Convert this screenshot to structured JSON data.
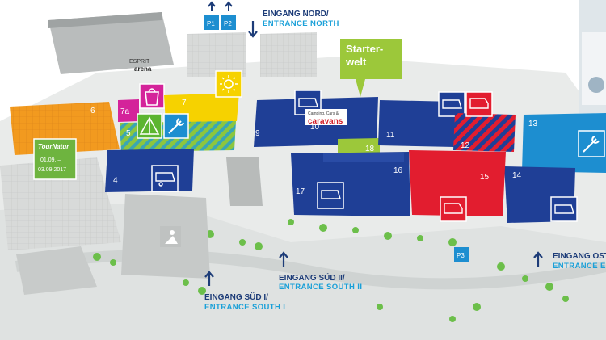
{
  "arena": {
    "line1": "ESPRIT",
    "line2": "arena"
  },
  "halls": {
    "h4": "4",
    "h5": "5",
    "h6": "6",
    "h7": "7",
    "h7a": "7a",
    "h9": "9",
    "h10": "10",
    "h11": "11",
    "h12": "12",
    "h13": "13",
    "h14": "14",
    "h15": "15",
    "h16": "16",
    "h17": "17",
    "h18": "18"
  },
  "starterwelt": {
    "line1": "Starter-",
    "line2": "welt"
  },
  "hall10_sign": {
    "line1": "Camping, Cars &",
    "line2": "caravans"
  },
  "tournatur": {
    "logo": "TourNatur",
    "date1": "01.09. –",
    "date2": "03.09.2017"
  },
  "parking": {
    "p1": "P1",
    "p2": "P2",
    "p3": "P3"
  },
  "entrances": {
    "north": {
      "title": "EINGANG NORD/",
      "subtitle": "ENTRANCE NORTH"
    },
    "south1": {
      "title": "EINGANG SÜD I/",
      "subtitle": "ENTRANCE SOUTH I"
    },
    "south2": {
      "title": "EINGANG SÜD II/",
      "subtitle": "ENTRANCE SOUTH II"
    },
    "east": {
      "title": "EINGANG OST/",
      "subtitle": "ENTRANCE EAS"
    }
  },
  "icons": [
    "shopping-bag-icon",
    "sun-icon",
    "tent-icon",
    "wrench-icon",
    "caravan-icon",
    "camper-van-icon",
    "construction-worker-icon"
  ],
  "colors": {
    "navy": "#1f3f96",
    "light_blue": "#1d8ed0",
    "red": "#e21d2f",
    "orange": "#f29a1f",
    "magenta": "#d4239a",
    "yellow": "#f6d200",
    "green": "#7dc242",
    "lime": "#9cc83a",
    "teal_stripe": "#2d9b8a",
    "entrance_blue": "#1d3c78"
  }
}
